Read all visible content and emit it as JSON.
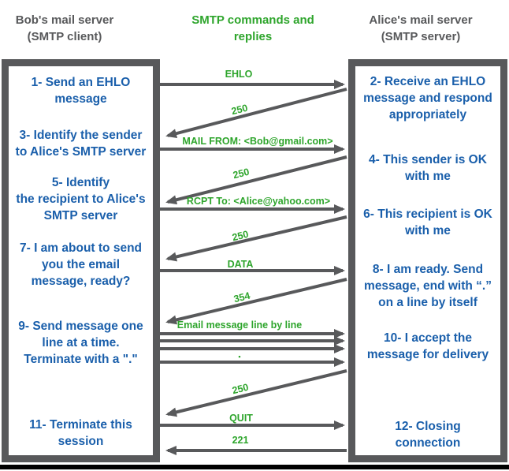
{
  "headers": {
    "left": "Bob's mail server\n(SMTP client)",
    "middle": "SMTP commands and\nreplies",
    "right": "Alice's mail server\n(SMTP server)"
  },
  "client_box": {
    "role": "SMTP client",
    "steps": [
      "1- Send an EHLO\nmessage",
      "3- Identify the sender\nto Alice's SMTP server",
      "5- Identify\nthe recipient to Alice's\nSMTP server",
      "7- I am about to send\nyou the email\nmessage, ready?",
      "9- Send message one\nline at a time.\nTerminate with a \".\"",
      "11- Terminate this\nsession"
    ]
  },
  "server_box": {
    "role": "SMTP server",
    "steps": [
      "2- Receive an EHLO\nmessage and respond\nappropriately",
      "4- This sender is OK\nwith me",
      "6- This recipient is OK\nwith me",
      "8- I am ready. Send\nmessage, end with “.”\non a line by itself",
      "10- I accept the\nmessage for delivery",
      "12- Closing\nconnection"
    ]
  },
  "arrows": [
    {
      "label": "EHLO",
      "direction": "client-to-server"
    },
    {
      "label": "250",
      "direction": "server-to-client"
    },
    {
      "label": "MAIL FROM: <Bob@gmail.com>",
      "direction": "client-to-server"
    },
    {
      "label": "250",
      "direction": "server-to-client"
    },
    {
      "label": "RCPT To: <Alice@yahoo.com>",
      "direction": "client-to-server"
    },
    {
      "label": "250",
      "direction": "server-to-client"
    },
    {
      "label": "DATA",
      "direction": "client-to-server"
    },
    {
      "label": "354",
      "direction": "server-to-client"
    },
    {
      "label": "Email message line by line",
      "direction": "client-to-server"
    },
    {
      "label": "▪",
      "direction": "client-to-server"
    },
    {
      "label": "250",
      "direction": "server-to-client"
    },
    {
      "label": "QUIT",
      "direction": "client-to-server"
    },
    {
      "label": "221",
      "direction": "server-to-client"
    }
  ],
  "colors": {
    "accent_green": "#2ea52c",
    "text_blue": "#1a5fab",
    "frame_gray": "#58595b",
    "bottom_bar": "#000000"
  }
}
